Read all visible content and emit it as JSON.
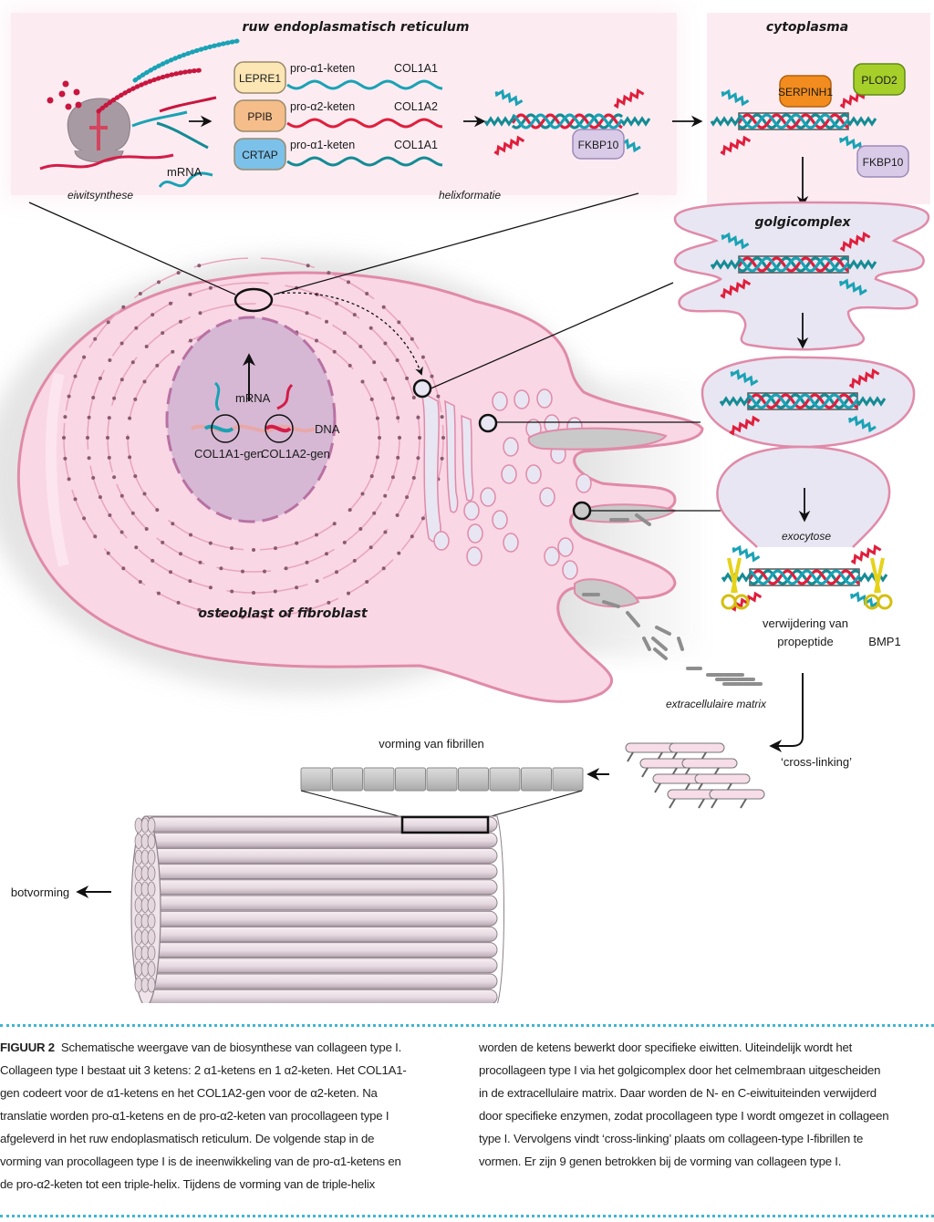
{
  "figure": {
    "panels": {
      "rer_title": "ruw endoplasmatisch reticulum",
      "cytoplasm_title": "cytoplasma",
      "golgi_title": "golgicomplex"
    },
    "rer": {
      "protein_synthesis_label": "eiwitsynthese",
      "mrna_label": "mRNA",
      "helix_formation_label": "helixformatie",
      "chains": [
        {
          "protein": "LEPRE1",
          "chain": "pro-α1-keten",
          "gene": "COL1A1",
          "protein_color": "#fbe6b4",
          "chain_color": "#1aa2b5"
        },
        {
          "protein": "PPIB",
          "chain": "pro-α2-keten",
          "gene": "COL1A2",
          "protein_color": "#f5bd8a",
          "chain_color": "#e01e3c"
        },
        {
          "protein": "CRTAP",
          "chain": "pro-α1-keten",
          "gene": "COL1A1",
          "protein_color": "#7cc1ea",
          "chain_color": "#158b94"
        }
      ],
      "chaperone_helix": "FKBP10"
    },
    "cytoplasm": {
      "enzyme_top": "SERPINH1",
      "enzyme_top_color": "#f28c1e",
      "enzyme_right": "PLOD2",
      "enzyme_right_color": "#a6cf2a",
      "chaperone": "FKBP10",
      "chaperone_color": "#d9cbe8"
    },
    "cell": {
      "cell_label": "osteoblast of fibroblast",
      "nucleus_mrna": "mRNA",
      "nucleus_dna": "DNA",
      "gene_1": "COL1A1-gen",
      "gene_2": "COL1A2-gen"
    },
    "secretion": {
      "exocytosis_label": "exocytose",
      "propeptide_removal_label": "verwijdering van propeptide",
      "propeptide_line1": "verwijdering van",
      "propeptide_line2": "propeptide",
      "enzyme": "BMP1",
      "ecm_label": "extracellulaire matrix",
      "crosslink_label": "‘cross-linking’",
      "fibril_label": "vorming van fibrillen",
      "bone_label": "botvorming"
    },
    "colors": {
      "cell_pink": "#f9d7e4",
      "membrane": "#e08aa8",
      "nucleus": "#d6b8d4",
      "golgi_fill": "#e8e6f2",
      "alpha1": "#1aa2b5",
      "alpha1_dark": "#158b94",
      "alpha2": "#e01e3c",
      "panel_bg": "#fdeaf1",
      "caption_rule": "#3fb6d4"
    }
  },
  "caption": {
    "figure_label": "FIGUUR 2",
    "left_column": [
      "Schematische weergave van de biosynthese van collageen type I.",
      "Collageen type I bestaat uit 3 ketens: 2 α1-ketens en 1 α2-keten. Het COL1A1-",
      "gen codeert voor de α1-ketens en het COL1A2-gen voor de α2-keten. Na",
      "translatie worden pro-α1-ketens en de pro-α2-keten van procollageen type I",
      "afgeleverd in het ruw endoplasmatisch reticulum. De volgende stap in de",
      "vorming van procollageen type I is de ineenwikkeling van de pro-α1-ketens en",
      "de pro-α2-keten tot een triple-helix. Tijdens de vorming van de triple-helix"
    ],
    "right_column": [
      "worden de ketens bewerkt door specifieke eiwitten. Uiteindelijk wordt het",
      "procollageen type I via het golgicomplex door het celmembraan uitgescheiden",
      "in de extracellulaire matrix. Daar worden de N- en C-eiwituiteinden verwijderd",
      "door specifieke enzymen, zodat procollageen type I wordt omgezet in collageen",
      "type I. Vervolgens vindt ‘cross-linking’ plaats om collageen-type I-fibrillen te",
      "vormen. Er zijn 9 genen betrokken bij de vorming van collageen type I."
    ]
  }
}
